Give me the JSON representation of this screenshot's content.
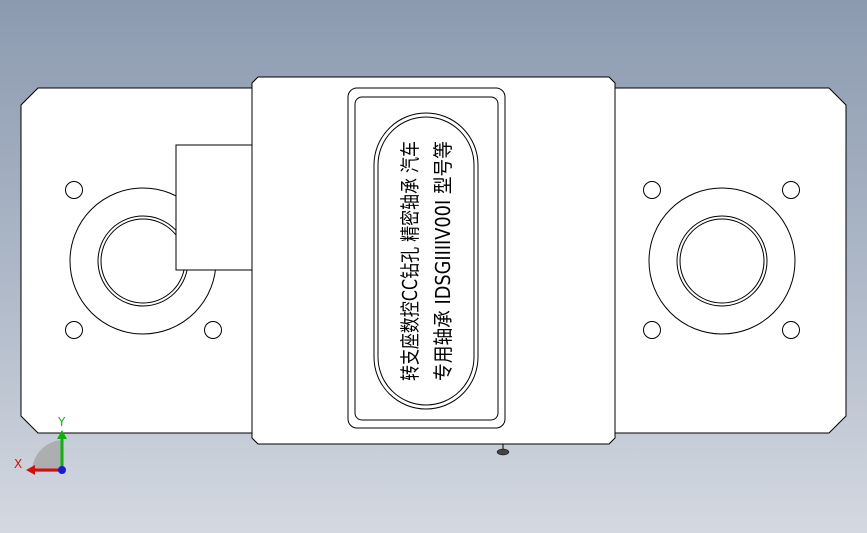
{
  "drawing": {
    "label_lines": [
      "转支座数控CC钻孔 精密轴承 汽车",
      "专用轴承 IDSGIIIIV00I 型号等"
    ]
  },
  "triad": {
    "x_label": "X",
    "y_label": "Y",
    "colors": {
      "x": "#d01010",
      "y": "#10b010",
      "z": "#1a1ad0"
    }
  },
  "colors": {
    "background_top": "#8c9ab0",
    "background_bottom": "#d4d9e1",
    "part_fill": "#ffffff",
    "line": "#000000"
  }
}
